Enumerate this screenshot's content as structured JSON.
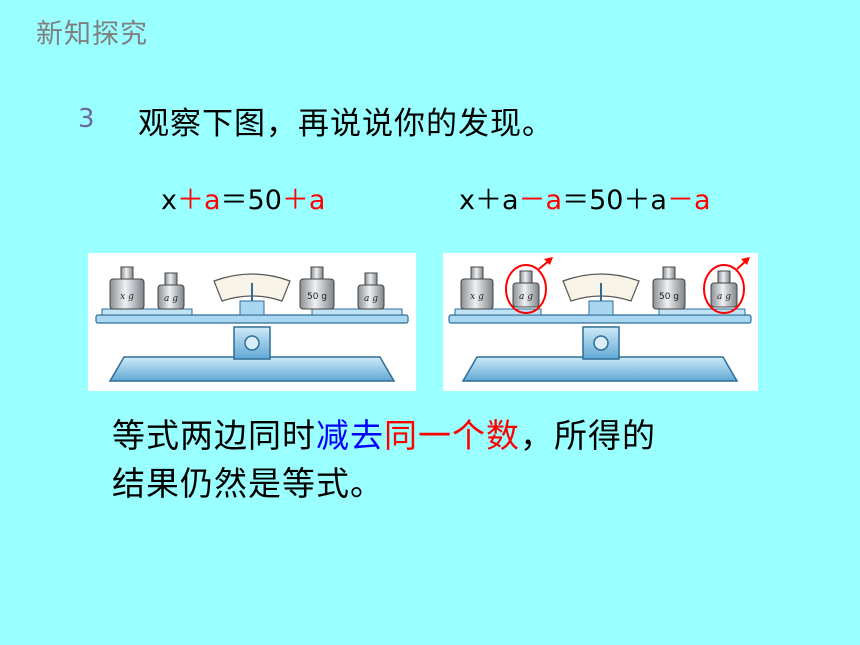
{
  "section_title": "新知探究",
  "question": {
    "number": "3",
    "text": "观察下图，再说说你的发现。"
  },
  "equations": {
    "left": {
      "p1": "x",
      "p2": "＋a",
      "p3": "＝50",
      "p4": "＋a"
    },
    "right": {
      "p1": "x＋a",
      "p2": "－a",
      "p3": "＝50＋a",
      "p4": "－a"
    }
  },
  "scales": {
    "left": {
      "weights_left": [
        "x g",
        "a g"
      ],
      "weights_right": [
        "50 g",
        "a g"
      ]
    },
    "right": {
      "weights_left": [
        "x g",
        "a g"
      ],
      "weights_right": [
        "50 g",
        "a g"
      ],
      "removed": "a g"
    }
  },
  "conclusion": {
    "s1": "等式两边同时",
    "s2": "减去",
    "s3": "同一个数",
    "s4": "，所得的",
    "s5": "结果仍然是等式。"
  },
  "colors": {
    "background": "#99ffff",
    "highlight_red": "#ff0000",
    "highlight_blue": "#0000ff"
  }
}
